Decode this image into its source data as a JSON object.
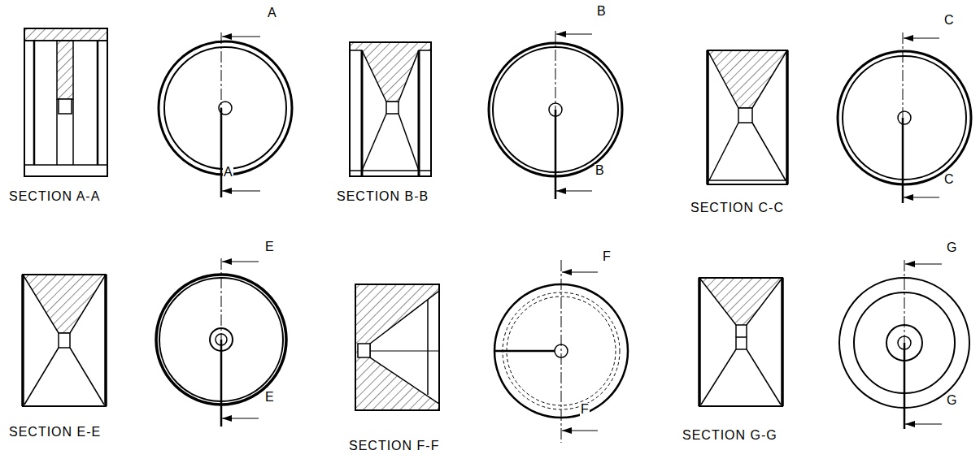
{
  "diagram": {
    "labels": [
      "A",
      "A",
      "SECTION A-A",
      "B",
      "B",
      "SECTION B-B",
      "C",
      "C",
      "SECTION C-C",
      "E",
      "E",
      "SECTION E-E",
      "F",
      "F",
      "SECTION F-F",
      "G",
      "G",
      "SECTION G-G"
    ]
  }
}
